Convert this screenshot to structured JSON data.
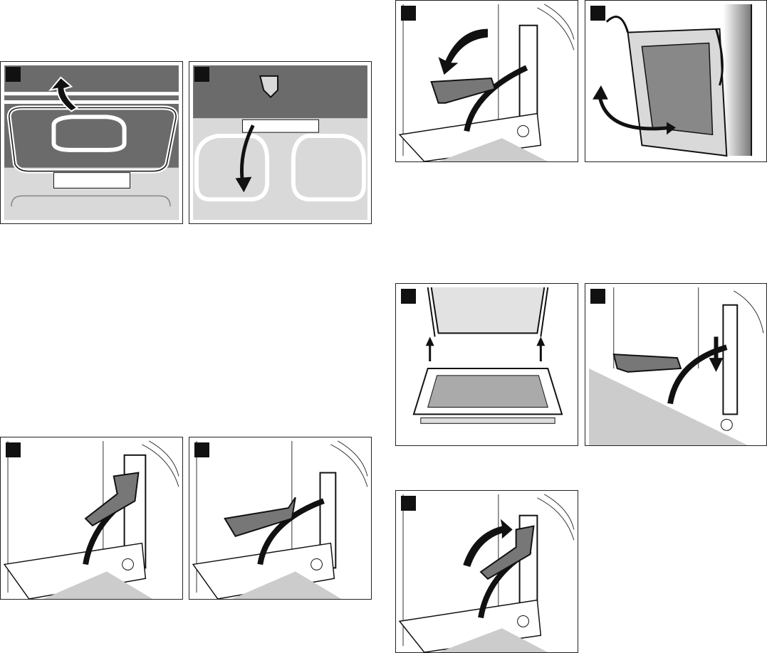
{
  "colors": {
    "dark_gray": "#6b6b6b",
    "light_gray": "#d9d9d9",
    "mid_gray": "#8a8a8a",
    "line": "#111111"
  },
  "figures": [
    {
      "id": "rack-lift"
    },
    {
      "id": "rack-insert"
    },
    {
      "id": "hinge-lever-up"
    },
    {
      "id": "hinge-lever-down"
    },
    {
      "id": "hinge-lever-close"
    },
    {
      "id": "door-remove"
    },
    {
      "id": "door-insert"
    },
    {
      "id": "hinge-push-down"
    },
    {
      "id": "hinge-lever-open"
    }
  ]
}
